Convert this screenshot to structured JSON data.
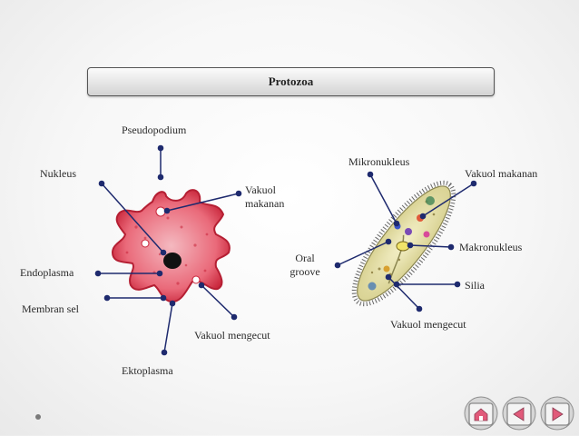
{
  "title": "Protozoa",
  "amoeba_labels": {
    "pseudopodium": "Pseudopodium",
    "nukleus": "Nukleus",
    "vakuol_makanan": "Vakuol makanan",
    "endoplasma": "Endoplasma",
    "membran_sel": "Membran sel",
    "vakuol_mengecut": "Vakuol mengecut",
    "ektoplasma": "Ektoplasma"
  },
  "paramecium_labels": {
    "mikronukleus": "Mikronukleus",
    "vakuol_makanan": "Vakuol makanan",
    "makronukleus": "Makronukleus",
    "oral_groove": "Oral groove",
    "silia": "Silia",
    "vakuol_mengecut": "Vakuol mengecut"
  },
  "nav_buttons": [
    "home-icon",
    "previous-icon",
    "next-icon"
  ],
  "colors": {
    "amoeba_body": "#e5485c",
    "amoeba_nucleus": "#111111",
    "paramecium_body": "#e8e2a4",
    "pointer_lines": "#1e2a6e"
  }
}
